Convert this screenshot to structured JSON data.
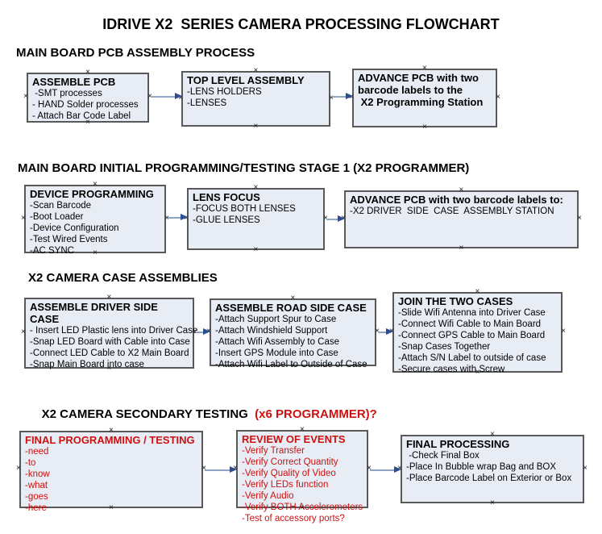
{
  "title": "IDRIVE X2  SERIES CAMERA PROCESSING FLOWCHART",
  "colors": {
    "box_fill": "#e8edf5",
    "box_border": "#595959",
    "connector_line": "#8fa5c6",
    "connector_arrowhead": "#2c4d8e",
    "red_text": "#cc1111",
    "black_text": "#000000"
  },
  "icons": {
    "connection_marker": "×",
    "arrow_right_icon": "→"
  },
  "sections": [
    {
      "heading": "MAIN BOARD PCB ASSEMBLY PROCESS",
      "boxes": [
        {
          "title": "ASSEMBLE PCB",
          "items": [
            " -SMT processes",
            "- HAND Solder processes",
            "- Attach Bar Code Label"
          ]
        },
        {
          "title": "TOP LEVEL ASSEMBLY",
          "items": [
            "-LENS HOLDERS",
            "-LENSES"
          ]
        },
        {
          "title": "ADVANCE PCB with two\nbarcode labels to the\n X2 Programming Station",
          "items": []
        }
      ]
    },
    {
      "heading": "MAIN BOARD INITIAL PROGRAMMING/TESTING STAGE 1 (X2 PROGRAMMER)",
      "boxes": [
        {
          "title": "DEVICE PROGRAMMING",
          "items": [
            "-Scan Barcode",
            "-Boot Loader",
            "-Device Configuration",
            "-Test Wired Events",
            "-AC SYNC"
          ]
        },
        {
          "title": "LENS FOCUS",
          "items": [
            "-FOCUS BOTH LENSES",
            "-GLUE LENSES"
          ]
        },
        {
          "title": "ADVANCE PCB with two barcode labels to:",
          "items": [
            "-X2 DRIVER  SIDE  CASE  ASSEMBLY STATION"
          ]
        }
      ]
    },
    {
      "heading": "X2 CAMERA CASE ASSEMBLIES",
      "boxes": [
        {
          "title": "ASSEMBLE DRIVER SIDE CASE",
          "items": [
            "- Insert LED Plastic lens into Driver Case",
            "-Snap LED Board with Cable into Case",
            "-Connect LED Cable to X2 Main Board",
            "-Snap Main Board into case"
          ]
        },
        {
          "title": "ASSEMBLE ROAD SIDE CASE",
          "items": [
            "-Attach Support Spur to Case",
            "-Attach Windshield Support",
            "-Attach Wifi Assembly to Case",
            "-Insert GPS Module into Case",
            "-Attach Wifi Label to Outside of Case"
          ]
        },
        {
          "title": "JOIN THE TWO CASES",
          "items": [
            "-Slide Wifi Antenna into Driver Case",
            "-Connect Wifi Cable to Main Board",
            "-Connect GPS Cable to Main Board",
            "-Snap Cases Together",
            "-Attach S/N Label to outside of case",
            "-Secure cases with Screw"
          ]
        }
      ]
    },
    {
      "heading": "X2 CAMERA SECONDARY TESTING ",
      "heading_red": " (x6 PROGRAMMER)?",
      "boxes": [
        {
          "title": "FINAL PROGRAMMING / TESTING",
          "items": [
            "-need",
            "-to",
            "-know",
            "-what",
            "-goes",
            "-here"
          ]
        },
        {
          "title": "REVIEW OF EVENTS",
          "items": [
            "-Verify Transfer",
            "-Verify Correct Quantity",
            "-Verify Quality of Video",
            "-Verify LEDs function",
            "-Verify Audio",
            "-Verify BOTH Accelerometers",
            "-Test of accessory ports?"
          ]
        },
        {
          "title": "FINAL PROCESSING",
          "items": [
            " -Check Final Box",
            "-Place In Bubble wrap Bag and BOX",
            "-Place Barcode Label on Exterior or Box"
          ]
        }
      ]
    }
  ]
}
